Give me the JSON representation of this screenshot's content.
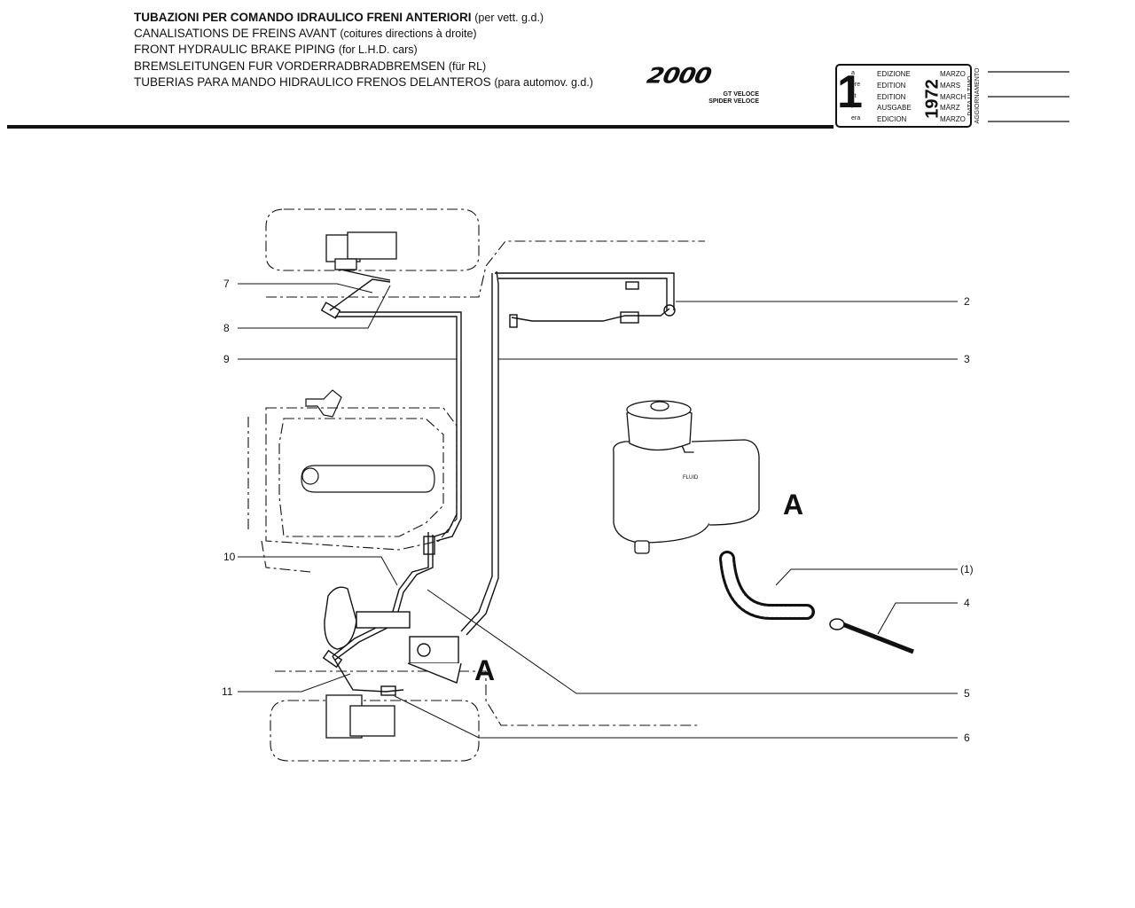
{
  "header": {
    "title_it": "TUBAZIONI PER COMANDO IDRAULICO FRENI ANTERIORI",
    "title_it_note": "(per vett. g.d.)",
    "title_fr": "CANALISATIONS DE FREINS AVANT",
    "title_fr_note": "(coitures directions à droite)",
    "title_en": "FRONT HYDRAULIC BRAKE PIPING",
    "title_en_note": "(for L.H.D. cars)",
    "title_de": "BREMSLEITUNGEN FUR VORDERRADBRADBREMSEN",
    "title_de_note": "(für RL)",
    "title_es": "TUBERIAS PARA MANDO HIDRAULICO FRENOS DELANTEROS",
    "title_es_note": "(para automov. g.d.)",
    "logo": "2000",
    "model_line1": "GT VELOCE",
    "model_line2": "SPIDER VELOCE"
  },
  "edition": {
    "number": "1",
    "ordinals": [
      "a",
      "ere",
      "st",
      ".",
      "era"
    ],
    "words": [
      "EDIZIONE",
      "EDITION",
      "EDITION",
      "AUSGABE",
      "EDICION"
    ],
    "months": [
      "MARZO",
      "MARS",
      "MARCH",
      "MÄRZ",
      "MARZO"
    ],
    "year": "1972",
    "last_update_line1": "DATA ULTIMO",
    "last_update_line2": "AGGIORNAMENTO"
  },
  "diagram": {
    "callouts": [
      "7",
      "8",
      "9",
      "10",
      "11",
      "2",
      "3",
      "(1)",
      "4",
      "5",
      "6"
    ],
    "view_marker": "A",
    "reservoir_label": "FLUID"
  }
}
